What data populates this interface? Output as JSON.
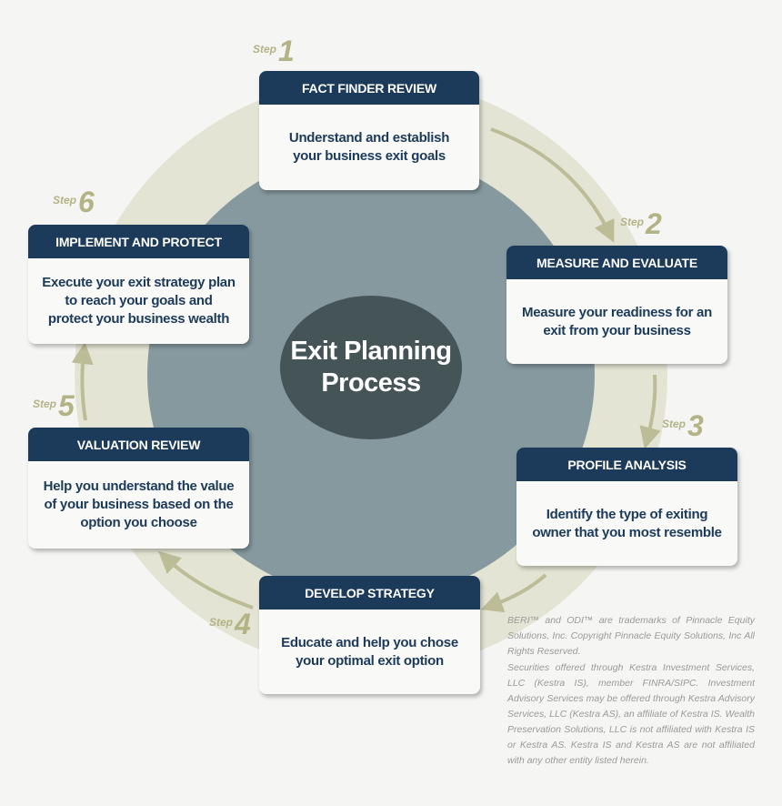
{
  "center": {
    "line1": "Exit Planning",
    "line2": "Process"
  },
  "step_word": "Step",
  "steps": [
    {
      "num": "1",
      "title": "FACT FINDER REVIEW",
      "lines": [
        "Understand and establish",
        "your business exit goals"
      ]
    },
    {
      "num": "2",
      "title": "MEASURE AND EVALUATE",
      "lines": [
        "Measure your readiness for an",
        "exit from your business"
      ]
    },
    {
      "num": "3",
      "title": "PROFILE ANALYSIS",
      "lines": [
        "Identify the type of exiting",
        "owner that you most resemble"
      ]
    },
    {
      "num": "4",
      "title": "DEVELOP STRATEGY",
      "lines": [
        "Educate and help you chose",
        "your optimal exit option"
      ]
    },
    {
      "num": "5",
      "title": "VALUATION REVIEW",
      "lines": [
        "Help you understand the value",
        "of your business based on the",
        "option you choose"
      ]
    },
    {
      "num": "6",
      "title": "IMPLEMENT AND PROTECT",
      "lines": [
        "Execute your exit strategy plan",
        "to reach your goals and",
        "protect your business wealth"
      ]
    }
  ],
  "legal": {
    "trademark": "BERI™ and ODI™ are trademarks of Pinnacle Equity Solutions, Inc. Copyright Pinnacle Equity Solutions, Inc  All Rights Reserved.",
    "securities": "Securities offered through Kestra Investment Services, LLC (Kestra IS), member FINRA/SIPC. Investment Advisory Services may be offered through Kestra Advisory Services, LLC (Kestra AS), an affiliate of Kestra IS. Wealth Preservation Solutions, LLC is not affiliated with Kestra IS or Kestra AS. Kestra IS and Kestra AS are not affiliated with any other entity listed herein."
  },
  "colors": {
    "navy": "#1c3a5a",
    "outer_ring": "#e4e4d4",
    "middle_disc": "#85999f",
    "center_oval": "#455457",
    "arrow": "#bcbc96",
    "step_label": "#b3b386"
  }
}
